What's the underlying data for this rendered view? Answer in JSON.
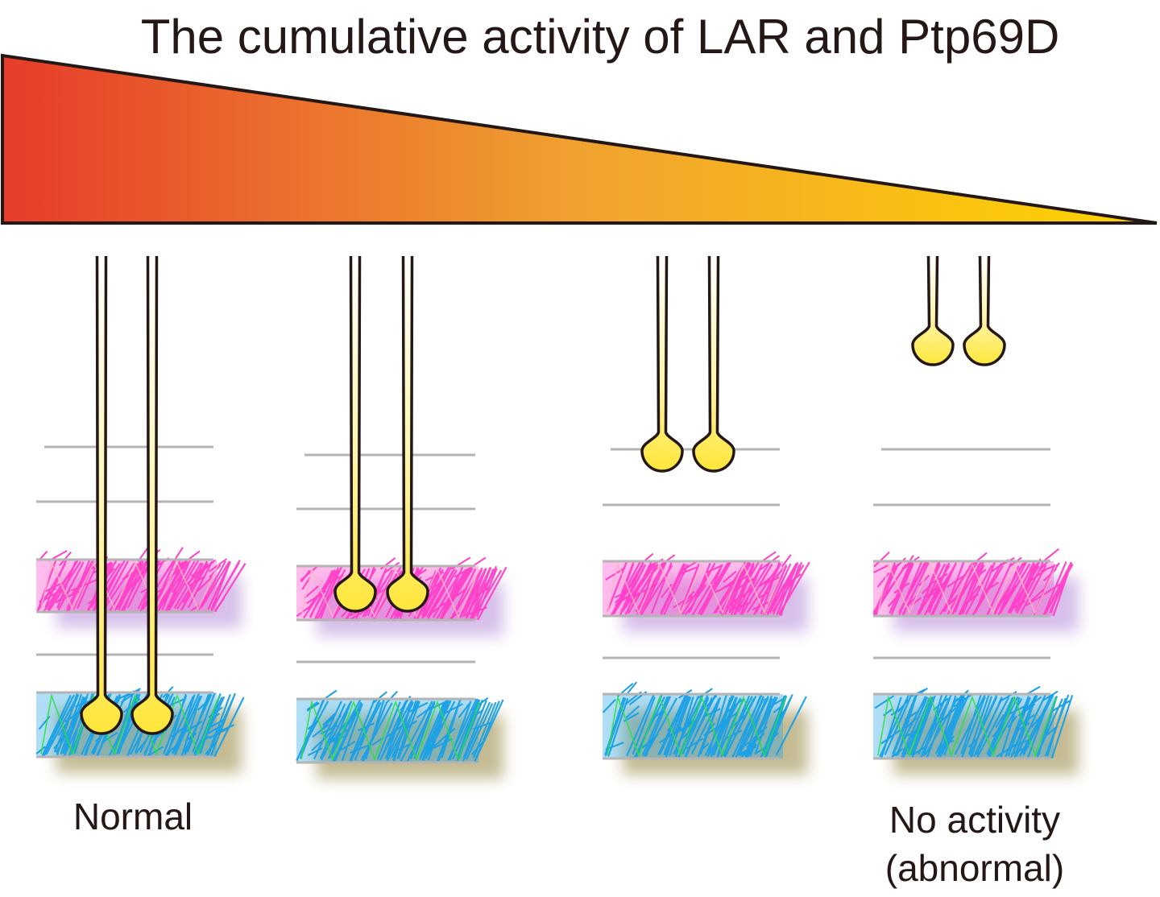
{
  "title": "The cumulative activity of LAR and Ptp69D",
  "gradient": {
    "start_color": "#e63c2a",
    "mid_color": "#f0a230",
    "end_color": "#ffd400"
  },
  "colors": {
    "axon": "#ffe63a",
    "axon_light": "#fff6b0",
    "layer_line": "#b4b4b4",
    "m3_layer": "#ff3fc8",
    "m6_layer": "#1aa0e6",
    "m6_accent": "#26e040"
  },
  "panels": [
    {
      "id": "normal",
      "terminal": "M6",
      "label_lines": [
        "Normal"
      ]
    },
    {
      "id": "reduced",
      "terminal": "M3",
      "label_lines": []
    },
    {
      "id": "low",
      "terminal": "M1",
      "label_lines": []
    },
    {
      "id": "none",
      "terminal": "above",
      "label_lines": [
        "No activity",
        "(abnormal)"
      ]
    }
  ]
}
